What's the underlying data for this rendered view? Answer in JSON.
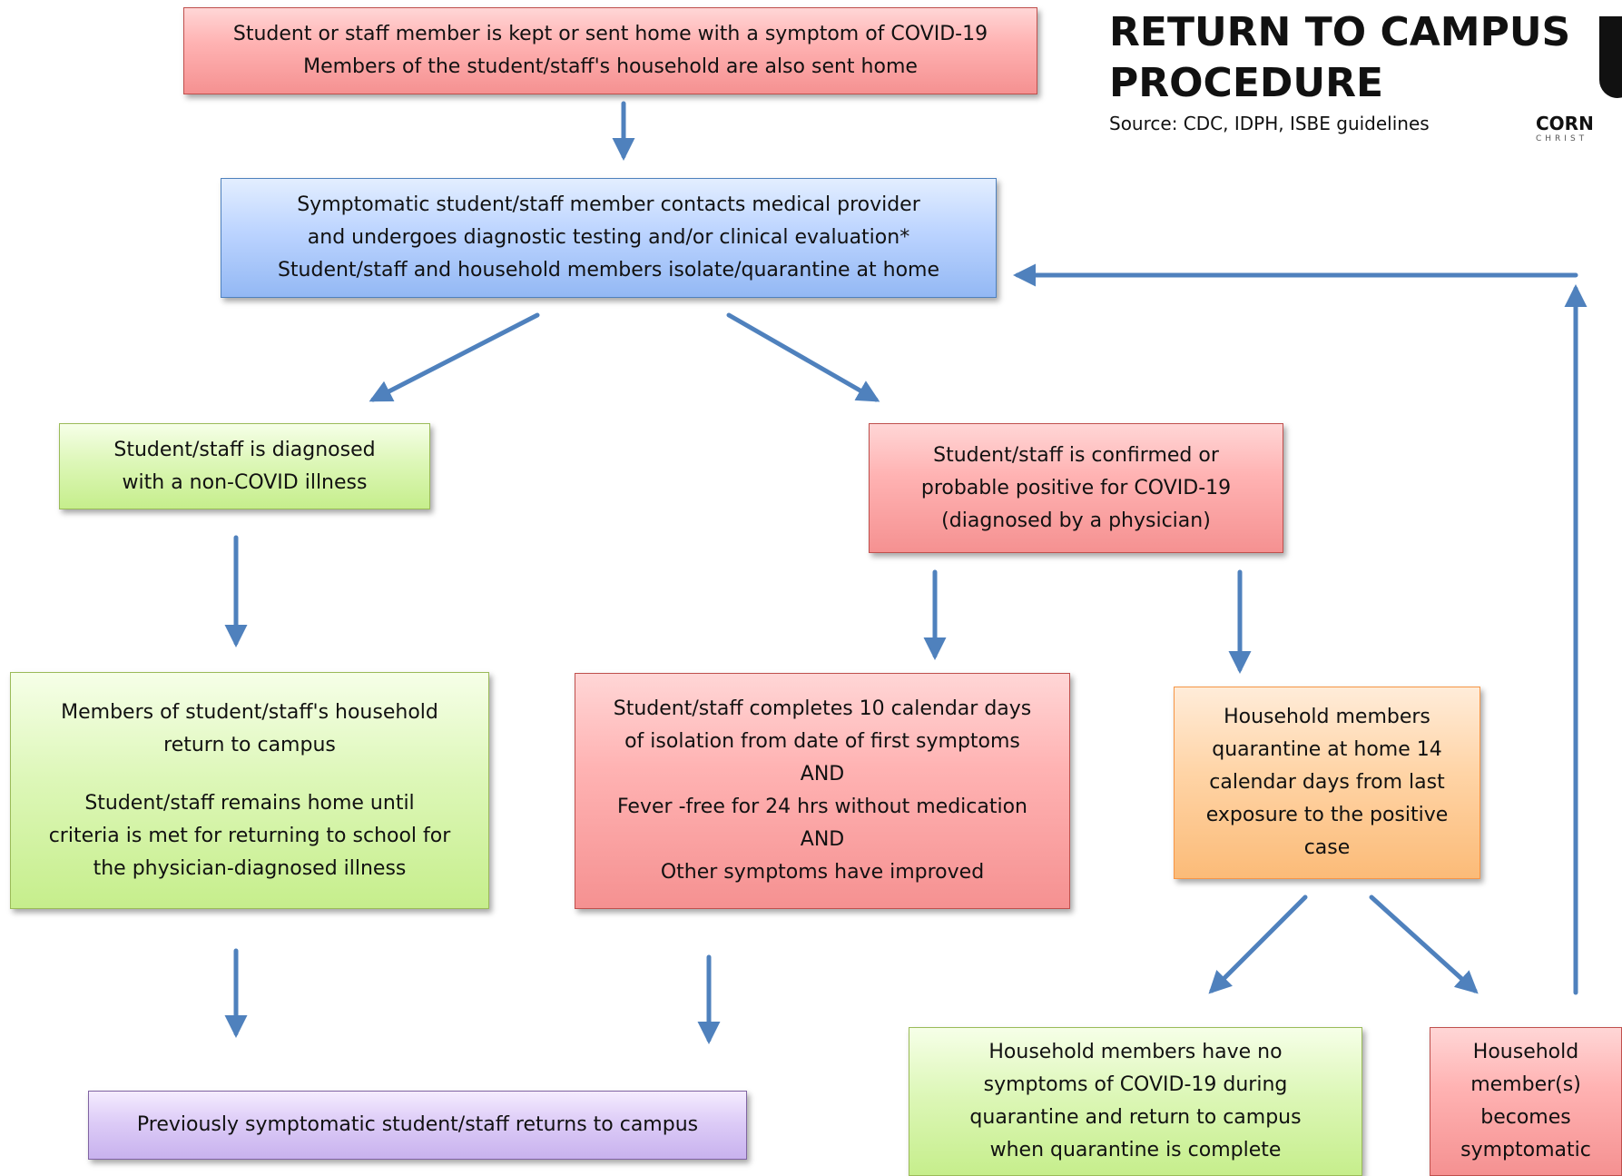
{
  "title": {
    "line1": "RETURN TO CAMPUS",
    "line2": "PROCEDURE",
    "source": "Source: CDC, IDPH, ISBE guidelines"
  },
  "logo": {
    "text": "CORN",
    "subtext": "CHRIST"
  },
  "colors": {
    "arrow": "#4f81bd",
    "red": "#f59191",
    "blue": "#93b8f4",
    "green": "#c6ee8c",
    "orange": "#fbbb78",
    "purple": "#c8b2ee"
  },
  "nodes": {
    "sent_home": {
      "line1": "Student or staff member is kept or sent home with a symptom of COVID-19",
      "line2": "Members of the student/staff's household are also sent home"
    },
    "contact_provider": {
      "line1": "Symptomatic student/staff member contacts medical provider",
      "line2": "and undergoes diagnostic testing and/or clinical evaluation*",
      "line3": "Student/staff and household members isolate/quarantine at home"
    },
    "non_covid": {
      "line1": "Student/staff is diagnosed",
      "line2": "with a non-COVID illness"
    },
    "confirmed_positive": {
      "line1": "Student/staff is confirmed or",
      "line2": "probable positive for COVID-19",
      "line3": "(diagnosed by a physician)"
    },
    "household_return": {
      "line1": "Members of student/staff's household",
      "line2": "return to campus",
      "line3": "Student/staff remains home until",
      "line4": "criteria is met for returning to school for",
      "line5": "the physician-diagnosed illness"
    },
    "isolation_criteria": {
      "line1": "Student/staff completes 10  calendar days",
      "line2": "of isolation from date of first symptoms",
      "line3": "AND",
      "line4": "Fever -free for 24 hrs without medication",
      "line5": "AND",
      "line6": "Other symptoms have improved"
    },
    "household_quarantine": {
      "line1": "Household members",
      "line2": "quarantine at home 14",
      "line3": "calendar days from last",
      "line4": "exposure to the positive",
      "line5": "case"
    },
    "returns_to_campus": {
      "line1": "Previously symptomatic student/staff returns to campus"
    },
    "no_symptoms": {
      "line1": "Household members have no",
      "line2": "symptoms of COVID-19 during",
      "line3": "quarantine and return to campus",
      "line4": "when quarantine is complete"
    },
    "becomes_symptomatic": {
      "line1": "Household",
      "line2": "member(s)",
      "line3": "becomes",
      "line4": "symptomatic"
    }
  }
}
